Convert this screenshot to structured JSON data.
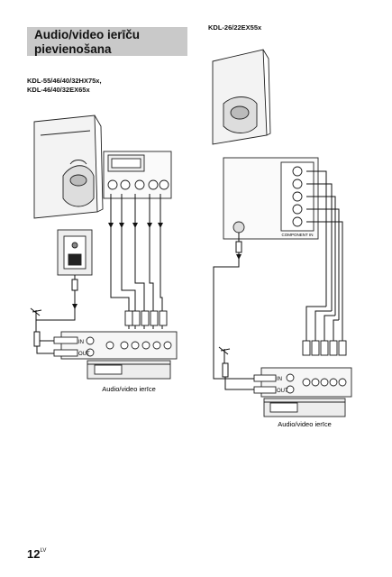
{
  "section": {
    "title_line1": "Audio/video ierīču",
    "title_line2": "pievienošana"
  },
  "left_diagram": {
    "models_line1": "KDL-55/46/40/32HX75x,",
    "models_line2": "KDL-46/40/32EX65x",
    "device_caption": "Audio/video ierīce",
    "in_label": "IN",
    "out_label": "OUT"
  },
  "right_diagram": {
    "models": "KDL-26/22EX55x",
    "device_caption": "Audio/video ierīce",
    "in_label": "IN",
    "out_label": "OUT",
    "panel_label": "COMPONENT IN"
  },
  "footer": {
    "page_number": "12",
    "language_code": "LV"
  }
}
